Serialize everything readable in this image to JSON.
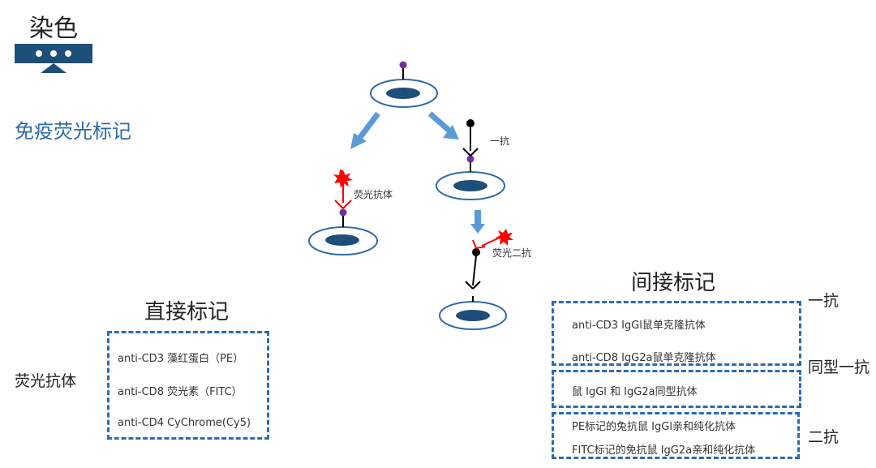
{
  "header": {
    "title": "染色",
    "subtitle": "免疫荧光标记",
    "logo_icon": "monitor-logo-icon"
  },
  "diagram": {
    "primary_label": "一抗",
    "fluor_label": "荧光抗体",
    "secondary_label": "荧光二抗"
  },
  "direct": {
    "title": "直接标记",
    "side_label": "荧光抗体",
    "items": [
      "anti-CD3 藻红蛋白（PE）",
      "anti-CD8 荧光素（FITC）",
      "anti-CD4 CyChrome(Cy5)"
    ]
  },
  "indirect": {
    "title": "间接标记",
    "groups": [
      {
        "label": "一抗",
        "items": [
          "anti-CD3 IgGl鼠单克隆抗体",
          "anti-CD8 IgG2a鼠单克隆抗体"
        ]
      },
      {
        "label": "同型一抗",
        "items": [
          "鼠 IgGl 和 IgG2a同型抗体"
        ]
      },
      {
        "label": "二抗",
        "items": [
          "PE标记的兔抗鼠 IgGl亲和纯化抗体",
          "FITC标记的免抗鼠 IgG2a亲和纯化抗体"
        ]
      }
    ]
  },
  "colors": {
    "cell_fill": "#1f4e79",
    "cell_outline": "#2e6aa8",
    "arrow": "#5b9bd5",
    "antigen": "#7030a0",
    "fluor": "#ff0000",
    "dash": "#2a6cb0",
    "subtitle": "#2e6aa8"
  }
}
